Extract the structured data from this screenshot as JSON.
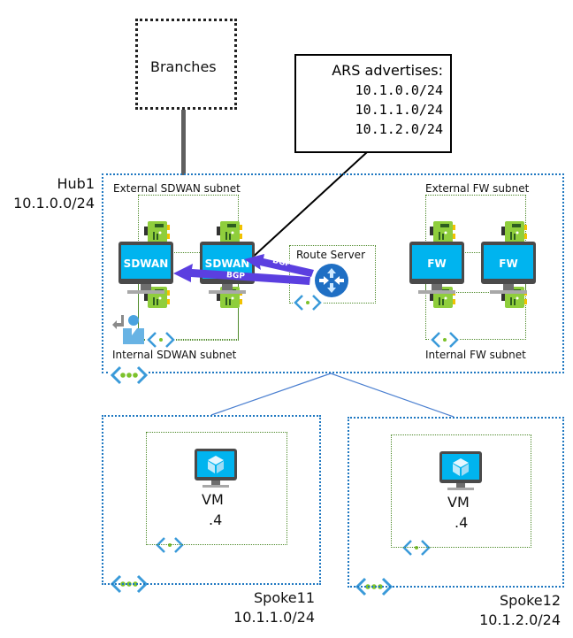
{
  "branches": {
    "label": "Branches"
  },
  "ars_callout": {
    "title": "ARS advertises:",
    "prefixes": [
      "10.1.0.0/24",
      "10.1.1.0/24",
      "10.1.2.0/24"
    ]
  },
  "hub": {
    "name": "Hub1",
    "cidr": "10.1.0.0/24",
    "external_sdwan_subnet": "External SDWAN subnet",
    "internal_sdwan_subnet": "Internal SDWAN subnet",
    "external_fw_subnet": "External FW subnet",
    "internal_fw_subnet": "Internal FW subnet",
    "route_server_label": "Route Server",
    "sdwan_appliances": [
      "SDWAN",
      "SDWAN"
    ],
    "fw_appliances": [
      "FW",
      "FW"
    ],
    "bgp_labels": [
      "BGP",
      "BGP"
    ]
  },
  "spokes": [
    {
      "name": "Spoke11",
      "cidr": "10.1.1.0/24",
      "vm_label": "VM",
      "vm_ip": ".4"
    },
    {
      "name": "Spoke12",
      "cidr": "10.1.2.0/24",
      "vm_label": "VM",
      "vm_ip": ".4"
    }
  ],
  "colors": {
    "vnet_border": "#1f78c1",
    "subnet_border": "#4e8a2a",
    "monitor_screen": "#00b4ef",
    "bgp_arrow": "#5b3fe0",
    "route_server": "#1f6fc4",
    "nic_green": "#8fce3c",
    "peering_line": "#4a7fd0"
  }
}
